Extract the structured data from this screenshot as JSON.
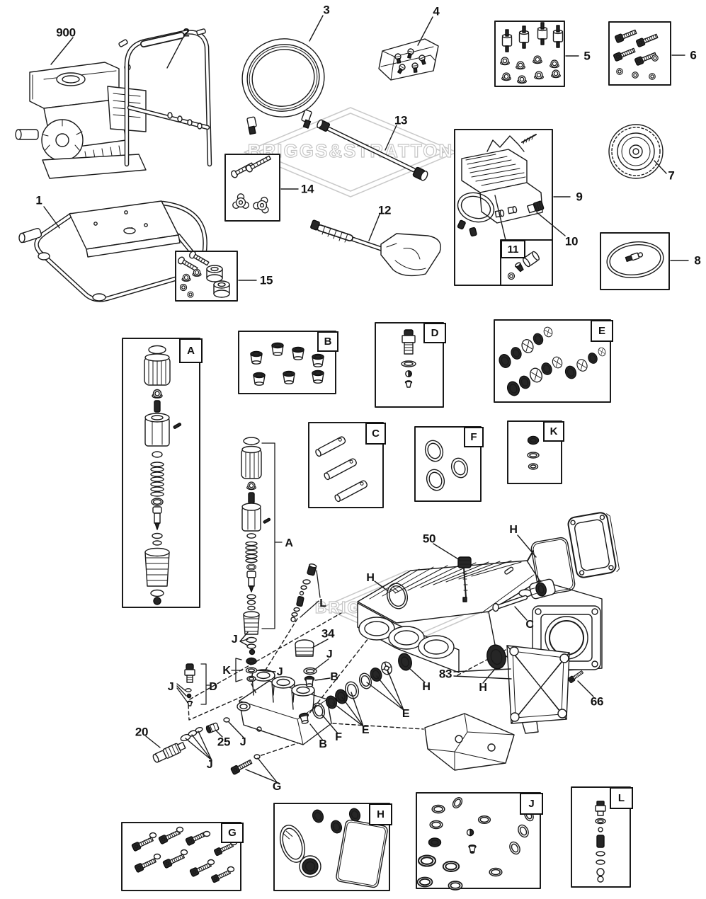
{
  "watermark": {
    "text": "BRIGGS&STRATTON"
  },
  "callouts": {
    "n900": "900",
    "n1": "1",
    "n2": "2",
    "n3": "3",
    "n4": "4",
    "n5": "5",
    "n6": "6",
    "n7": "7",
    "n8": "8",
    "n9": "9",
    "n10": "10",
    "n11": "11",
    "n12": "12",
    "n13": "13",
    "n14": "14",
    "n15": "15",
    "n20": "20",
    "n25": "25",
    "n34": "34",
    "n50": "50",
    "n66": "66",
    "n83": "83"
  },
  "kit_letters": {
    "A": "A",
    "B": "B",
    "C": "C",
    "D": "D",
    "E": "E",
    "F": "F",
    "G": "G",
    "H": "H",
    "J": "J",
    "K": "K",
    "L": "L"
  }
}
